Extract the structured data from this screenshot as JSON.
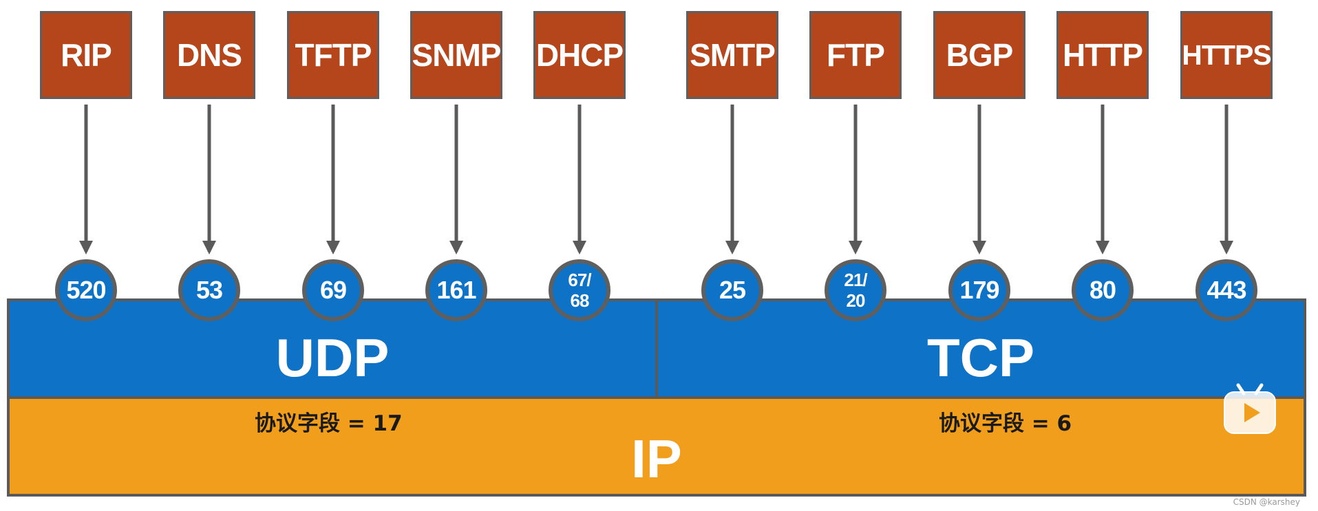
{
  "protocols": [
    {
      "name": "RIP",
      "port": "520"
    },
    {
      "name": "DNS",
      "port": "53"
    },
    {
      "name": "TFTP",
      "port": "69"
    },
    {
      "name": "SNMP",
      "port": "161"
    },
    {
      "name": "DHCP",
      "port": "67/\n68"
    },
    {
      "name": "SMTP",
      "port": "25"
    },
    {
      "name": "FTP",
      "port": "21/\n20"
    },
    {
      "name": "BGP",
      "port": "179"
    },
    {
      "name": "HTTP",
      "port": "80"
    },
    {
      "name": "HTTPS",
      "port": "443"
    }
  ],
  "transport": {
    "udp": "UDP",
    "tcp": "TCP"
  },
  "network": {
    "ip": "IP"
  },
  "protocol_field": {
    "udp": "协议字段 = 17",
    "tcp": "协议字段 = 6"
  },
  "colors": {
    "protocol_box": "#b5451b",
    "transport_band": "#0e72c7",
    "ip_band": "#f09e1c",
    "border": "#5f5f5f"
  },
  "icons": {
    "video": "bilibili-tv-icon"
  },
  "watermark": "CSDN @karshey"
}
